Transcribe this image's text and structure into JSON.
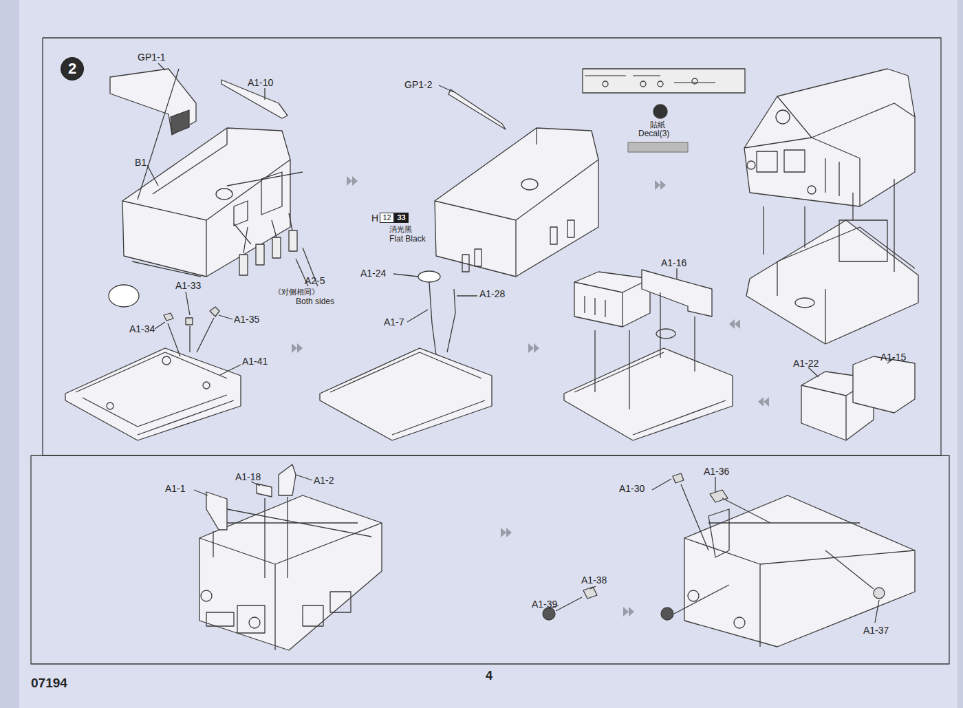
{
  "diagram": {
    "nodes": [
      {
        "text": [
          "2"
        ]
      },
      {
        "text": [
          "12"
        ]
      },
      {
        "text": [
          "33"
        ]
      }
    ],
    "labels": [
      "GP1-1",
      "A1-10",
      "B1",
      "A2-5",
      "《对侧相同》",
      "Both sides",
      "A1-33",
      "A1-34",
      "A1-35",
      "A1-41",
      "GP1-2",
      "H",
      "消光黑",
      "Flat Black",
      "A1-24",
      "A1-7",
      "A1-28",
      "貼紙",
      "Decal(3)",
      "A1-16",
      "A1-22",
      "A1-15",
      "A1-1",
      "A1-18",
      "A1-2",
      "A1-30",
      "A1-36",
      "A1-39",
      "A1-38",
      "A1-37",
      "07194",
      "4"
    ]
  }
}
